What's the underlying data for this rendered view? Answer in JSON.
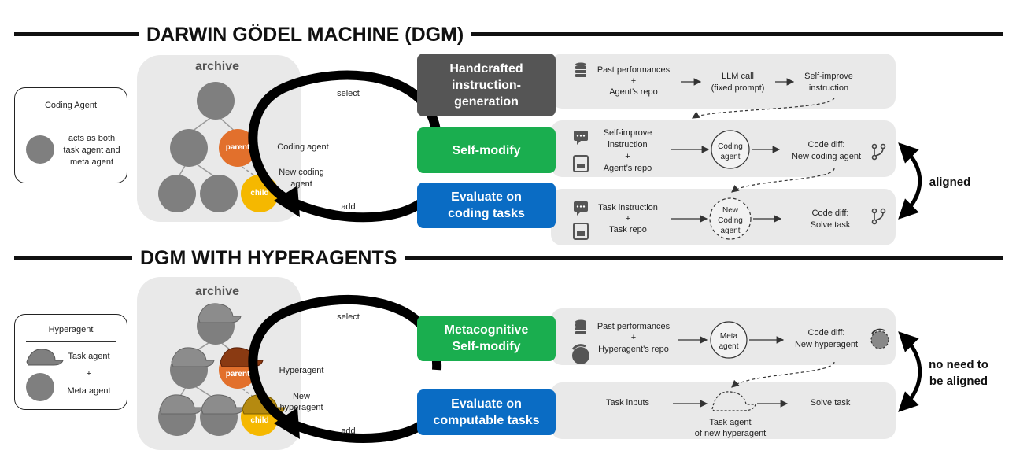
{
  "top_section": {
    "title": "DARWIN GÖDEL MACHINE (DGM)",
    "legend": {
      "title": "Coding Agent",
      "desc_line1": "acts as both",
      "desc_line2": "task agent and",
      "desc_line3": "meta agent"
    },
    "archive_label": "archive",
    "parent_label": "parent",
    "child_label": "child",
    "loop": {
      "select_label": "select",
      "add_label": "add",
      "coding_agent_label": "Coding agent",
      "new_agent_line1": "New coding",
      "new_agent_line2": "agent"
    },
    "boxes": {
      "handcrafted_line1": "Handcrafted",
      "handcrafted_line2": "instruction-",
      "handcrafted_line3": "generation",
      "self_modify": "Self-modify",
      "evaluate_line1": "Evaluate on",
      "evaluate_line2": "coding tasks"
    },
    "row1": {
      "in_line1": "Past performances",
      "plus": "+",
      "in_line2": "Agent’s repo",
      "mid_line1": "LLM call",
      "mid_line2": "(fixed prompt)",
      "out_line1": "Self-improve",
      "out_line2": "instruction"
    },
    "row2": {
      "in_line1": "Self-improve",
      "in_line2": "instruction",
      "plus": "+",
      "in_line3": "Agent’s repo",
      "node_line1": "Coding",
      "node_line2": "agent",
      "out_line1": "Code diff:",
      "out_line2": "New coding agent"
    },
    "row3": {
      "in_line1": "Task instruction",
      "plus": "+",
      "in_line2": "Task repo",
      "node_line1": "New",
      "node_line2": "Coding",
      "node_line3": "agent",
      "out_line1": "Code diff:",
      "out_line2": "Solve task"
    },
    "side_label": "aligned"
  },
  "bottom_section": {
    "title": "DGM WITH HYPERAGENTS",
    "legend": {
      "title": "Hyperagent",
      "task_label": "Task agent",
      "plus": "+",
      "meta_label": "Meta agent"
    },
    "archive_label": "archive",
    "parent_label": "parent",
    "child_label": "child",
    "loop": {
      "select_label": "select",
      "add_label": "add",
      "hyperagent_label": "Hyperagent",
      "new_line1": "New",
      "new_line2": "hyperagent"
    },
    "boxes": {
      "meta_line1": "Metacognitive",
      "meta_line2": "Self-modify",
      "eval_line1": "Evaluate on",
      "eval_line2": "computable tasks"
    },
    "row1": {
      "in_line1": "Past performances",
      "plus": "+",
      "in_line2": "Hyperagent’s repo",
      "node_line1": "Meta",
      "node_line2": "agent",
      "out_line1": "Code diff:",
      "out_line2": "New hyperagent"
    },
    "row2": {
      "in_line1": "Task inputs",
      "node_line1": "Task agent",
      "node_line2": "of new hyperagent",
      "out_line1": "Solve task"
    },
    "side_line1": "no need to",
    "side_line2": "be aligned"
  },
  "colors": {
    "dark_box": "#555555",
    "green": "#1aae4f",
    "blue": "#0a6cc4",
    "orange": "#e2702c",
    "yellow": "#f5b800",
    "brown": "#8a3a12",
    "node_gray": "#7f7f7f",
    "panel_gray": "#e9e9e9"
  },
  "icons": [
    "database-icon",
    "chat-icon",
    "repo-icon",
    "branch-icon",
    "cap-icon",
    "brain-icon"
  ]
}
